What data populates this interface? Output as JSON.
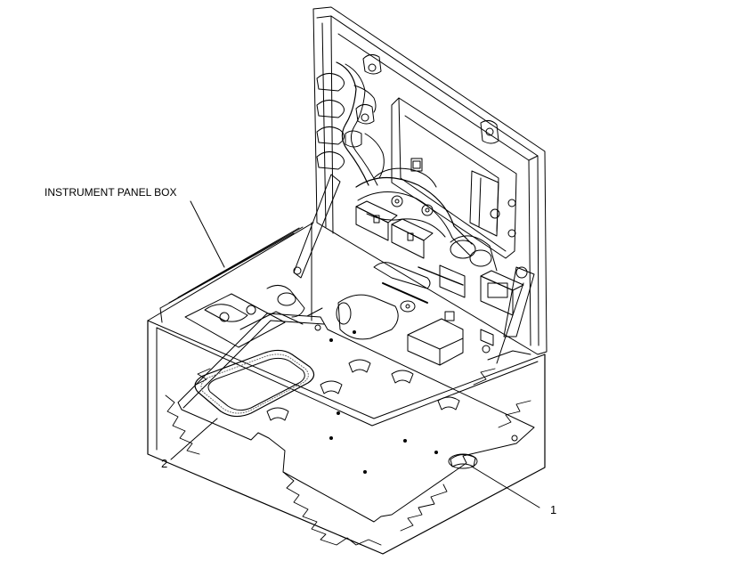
{
  "callouts": {
    "panel_box": "INSTRUMENT PANEL BOX",
    "item_2": "2",
    "item_1": "1"
  },
  "colors": {
    "ink": "#000000",
    "paper": "#ffffff",
    "stipple": "#555555"
  }
}
